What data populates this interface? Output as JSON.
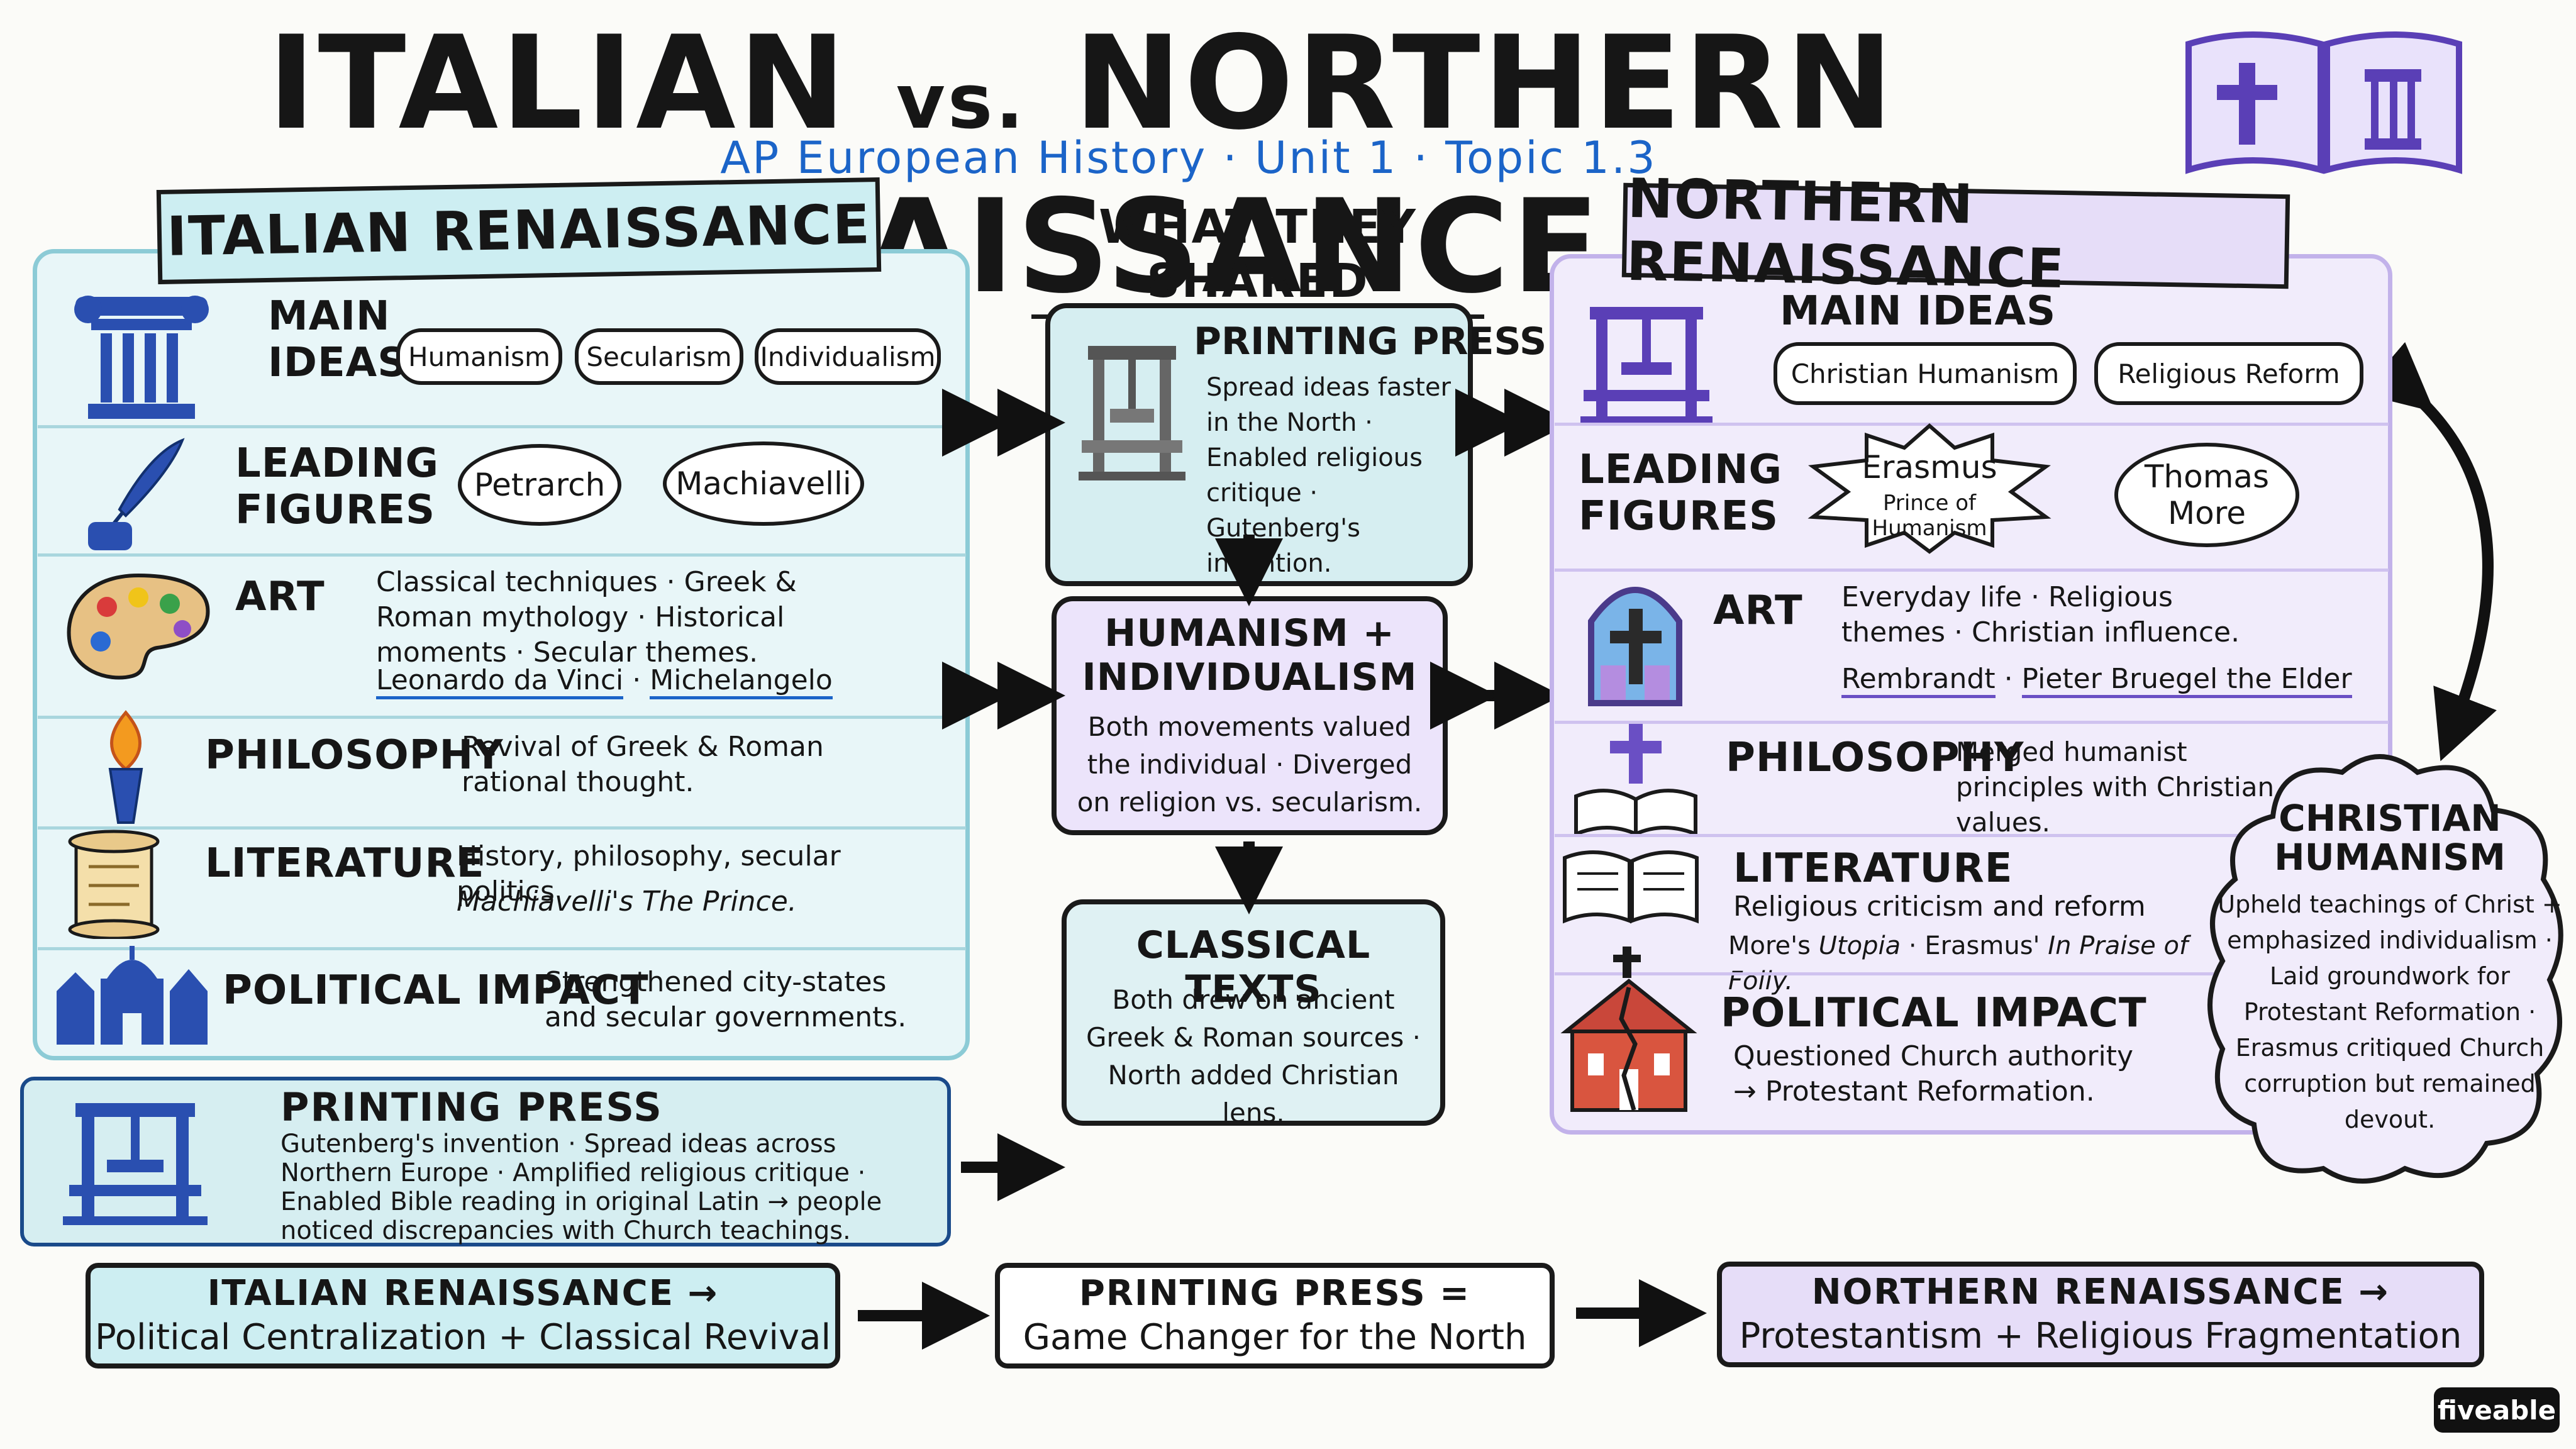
{
  "header": {
    "title_part1": "ITALIAN",
    "title_vs": "vs.",
    "title_part2": "NORTHERN RENAISSANCE",
    "subtitle": "AP European History · Unit 1 · Topic 1.3"
  },
  "italian": {
    "banner": "ITALIAN RENAISSANCE",
    "main_ideas_label_1": "MAIN",
    "main_ideas_label_2": "IDEAS",
    "main_ideas": [
      "Humanism",
      "Secularism",
      "Individualism"
    ],
    "figures_label_1": "LEADING",
    "figures_label_2": "FIGURES",
    "figures": [
      "Petrarch",
      "Machiavelli"
    ],
    "art_label": "ART",
    "art_text": "Classical techniques · Greek & Roman mythology · Historical moments · Secular themes.",
    "art_artists": [
      "Leonardo da Vinci",
      "Michelangelo"
    ],
    "philosophy_label": "PHILOSOPHY",
    "philosophy_text": "Revival of Greek & Roman rational thought.",
    "literature_label": "LITERATURE",
    "literature_text": "History, philosophy, secular politics",
    "literature_work_prefix": "Machiavelli's",
    "literature_work_title": "The Prince.",
    "political_label": "POLITICAL IMPACT",
    "political_text": "Strengthened city-states and secular governments.",
    "printing_title": "PRINTING PRESS",
    "printing_text": "Gutenberg's invention · Spread ideas across Northern Europe · Amplified religious critique · Enabled Bible reading in original Latin → people noticed discrepancies with Church teachings."
  },
  "shared": {
    "heading": "WHAT THEY SHARED",
    "printing_title": "PRINTING PRESS",
    "printing_text": "Spread ideas faster in the North · Enabled religious critique · Gutenberg's invention.",
    "humanism_title_1": "HUMANISM +",
    "humanism_title_2": "INDIVIDUALISM",
    "humanism_text": "Both movements valued the individual · Diverged on religion vs. secularism.",
    "classical_title": "CLASSICAL TEXTS",
    "classical_text": "Both drew on ancient Greek & Roman sources · North added Christian lens."
  },
  "northern": {
    "banner": "NORTHERN RENAISSANCE",
    "main_ideas_label": "MAIN IDEAS",
    "main_ideas": [
      "Christian Humanism",
      "Religious Reform"
    ],
    "figures_label_1": "LEADING",
    "figures_label_2": "FIGURES",
    "erasmus_name": "Erasmus",
    "erasmus_sub": "Prince of Humanism",
    "figure_2": "Thomas More",
    "art_label": "ART",
    "art_text": "Everyday life · Religious themes · Christian influence.",
    "art_artists": [
      "Rembrandt",
      "Pieter Bruegel the Elder"
    ],
    "philosophy_label": "PHILOSOPHY",
    "philosophy_text": "Merged humanist principles with Christian values.",
    "literature_label": "LITERATURE",
    "literature_text": "Religious criticism and reform",
    "literature_works_1": "More's",
    "literature_works_2": "Utopia",
    "literature_works_3": "· Erasmus'",
    "literature_works_4": "In Praise of Folly.",
    "political_label": "POLITICAL IMPACT",
    "political_text": "Questioned Church authority → Protestant Reformation.",
    "cloud_title_1": "CHRISTIAN",
    "cloud_title_2": "HUMANISM",
    "cloud_text": "Upheld teachings of Christ + emphasized individualism · Laid groundwork for Protestant Reformation · Erasmus critiqued Church corruption but remained devout."
  },
  "bottom": {
    "italian_line1": "ITALIAN RENAISSANCE →",
    "italian_line2": "Political Centralization + Classical Revival",
    "press_line1": "PRINTING PRESS =",
    "press_line2": "Game Changer for the North",
    "northern_line1": "NORTHERN RENAISSANCE →",
    "northern_line2": "Protestantism + Religious Fragmentation"
  },
  "logo": "fiveable",
  "colors": {
    "italian_fill": "#e8f6f8",
    "italian_border": "#8ccbd6",
    "northern_fill": "#f1ecfb",
    "northern_border": "#c2b2ea",
    "subtitle_blue": "#1b64c8",
    "icon_blue": "#2a4fb0",
    "icon_purple": "#5a3fb6"
  }
}
